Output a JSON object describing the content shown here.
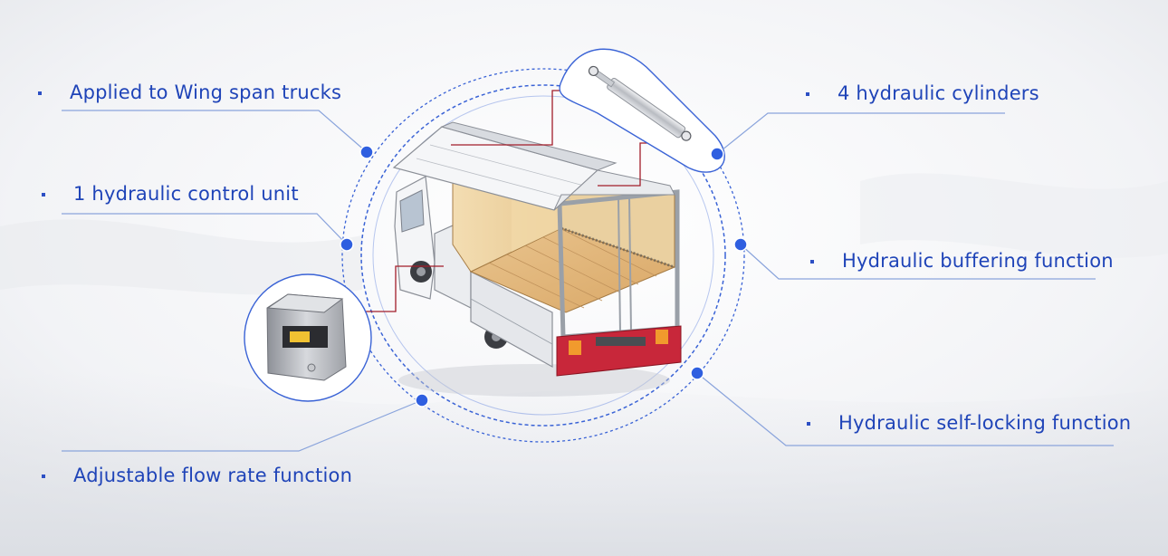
{
  "features": [
    {
      "id": "wing-span",
      "text": "Applied to Wing span trucks"
    },
    {
      "id": "control-unit",
      "text": "1 hydraulic control unit"
    },
    {
      "id": "flow-rate",
      "text": "Adjustable flow rate function"
    },
    {
      "id": "cylinders",
      "text": "4 hydraulic cylinders"
    },
    {
      "id": "buffering",
      "text": "Hydraulic buffering function"
    },
    {
      "id": "self-locking",
      "text": "Hydraulic self-locking function"
    }
  ],
  "colors": {
    "label": "#1f44b8",
    "dot": "#2f5fe0",
    "ring": "#3a63d6",
    "leader": "#8aa4dc",
    "callout": "#a21d2a"
  },
  "images": {
    "truck": "wing-van-truck",
    "control_unit": "hydraulic-control-unit",
    "cylinder": "hydraulic-cylinder"
  }
}
